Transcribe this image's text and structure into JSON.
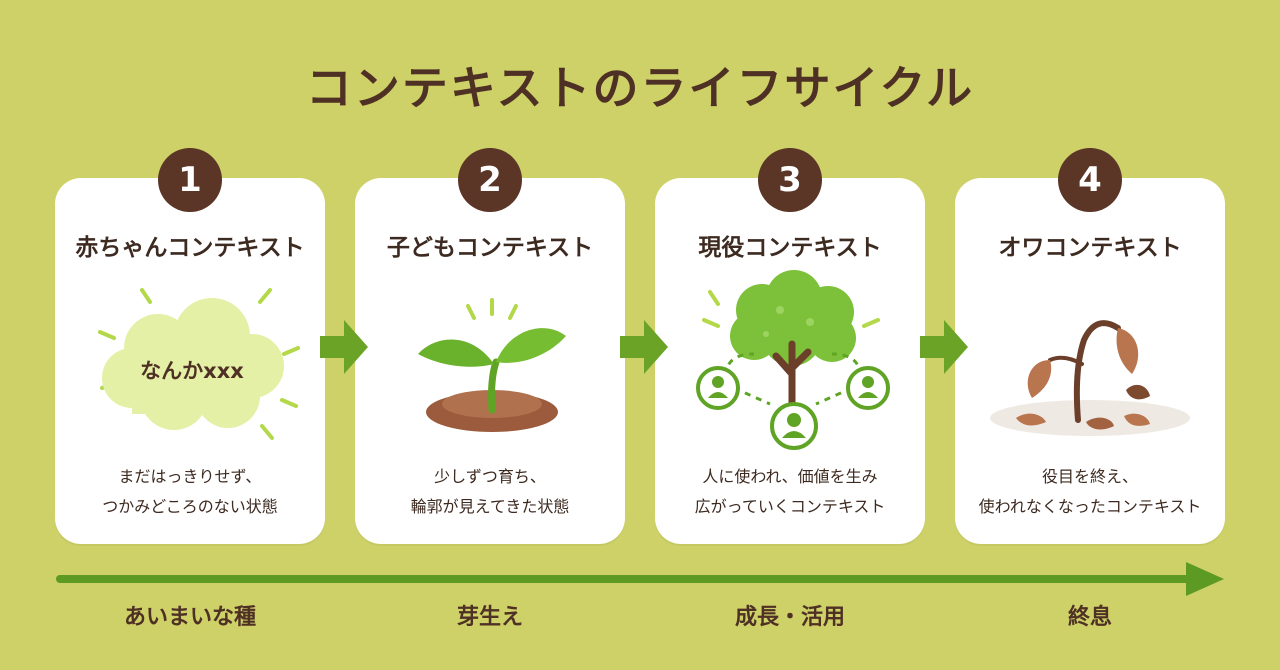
{
  "title": "コンテキストのライフサイクル",
  "colors": {
    "background": "#cdd168",
    "badge": "#5b3526",
    "title_text": "#4e3124",
    "arrow": "#6aa326",
    "card": "#ffffff"
  },
  "cards": [
    {
      "number": "1",
      "title": "赤ちゃんコンテキスト",
      "illustration": "fuzzy-cloud",
      "cloud_text": "なんかxxx",
      "desc": [
        "まだはっきりせず、",
        "つかみどころのない状態"
      ]
    },
    {
      "number": "2",
      "title": "子どもコンテキスト",
      "illustration": "sprout",
      "desc": [
        "少しずつ育ち、",
        "輪郭が見えてきた状態"
      ]
    },
    {
      "number": "3",
      "title": "現役コンテキスト",
      "illustration": "tree-with-people",
      "desc": [
        "人に使われ、価値を生み",
        "広がっていくコンテキスト"
      ]
    },
    {
      "number": "4",
      "title": "オワコンテキスト",
      "illustration": "withered-plant",
      "desc": [
        "役目を終え、",
        "使われなくなったコンテキスト"
      ]
    }
  ],
  "timeline": {
    "stages": [
      "あいまいな種",
      "芽生え",
      "成長・活用",
      "終息"
    ]
  }
}
